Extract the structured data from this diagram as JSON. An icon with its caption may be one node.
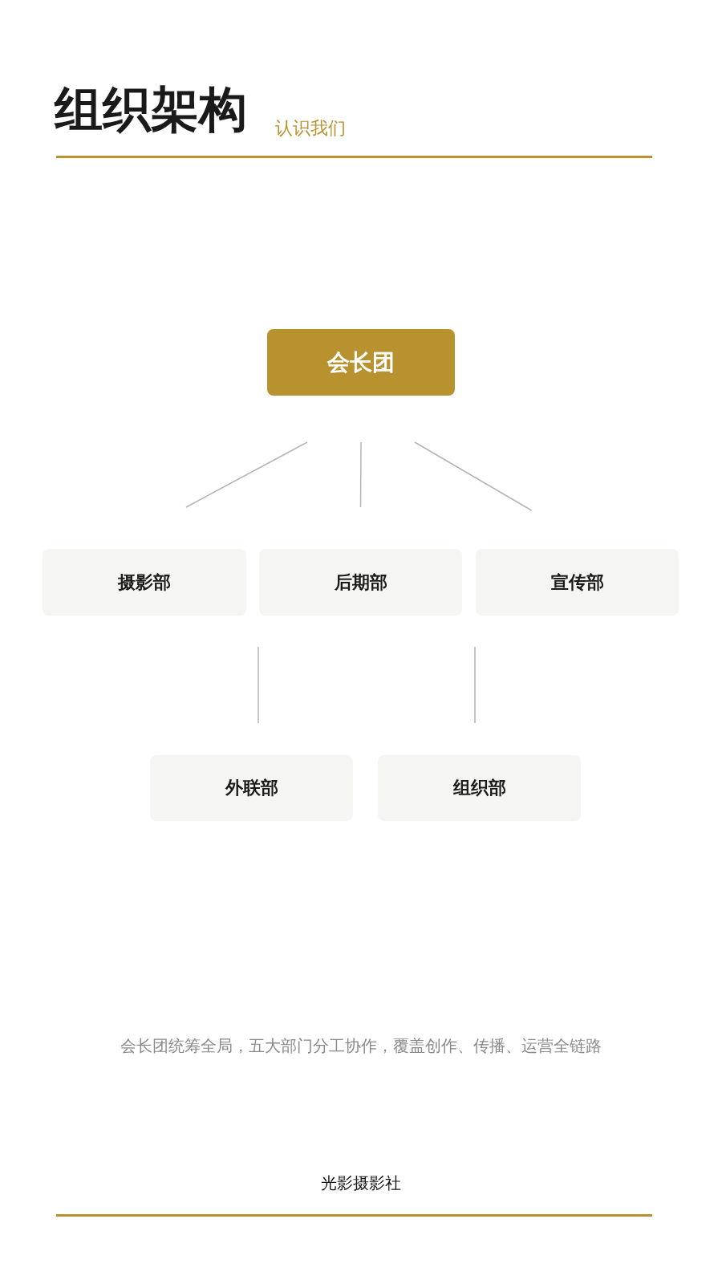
{
  "diagram": {
    "title": "组织架构",
    "caption": "会长团统筹全局，五大部门分工协作，覆盖创作、传播、运营全链路",
    "nodes": [
      {
        "text": [
          "会长团"
        ]
      },
      {
        "text": [
          "摄影部"
        ]
      },
      {
        "text": [
          "后期部"
        ]
      },
      {
        "text": [
          "宣传部"
        ]
      },
      {
        "text": [
          "外联部"
        ]
      },
      {
        "text": [
          "组织部"
        ]
      }
    ],
    "edges": [
      {
        "from": 0,
        "to": 1,
        "arrow": "none"
      },
      {
        "from": 0,
        "to": 2,
        "arrow": "none"
      },
      {
        "from": 0,
        "to": 3,
        "arrow": "none"
      },
      {
        "from": 2,
        "to": 4,
        "arrow": "none"
      },
      {
        "from": 3,
        "to": 5,
        "arrow": "none"
      }
    ],
    "labels": [
      "认识我们",
      "光影摄影社"
    ]
  }
}
